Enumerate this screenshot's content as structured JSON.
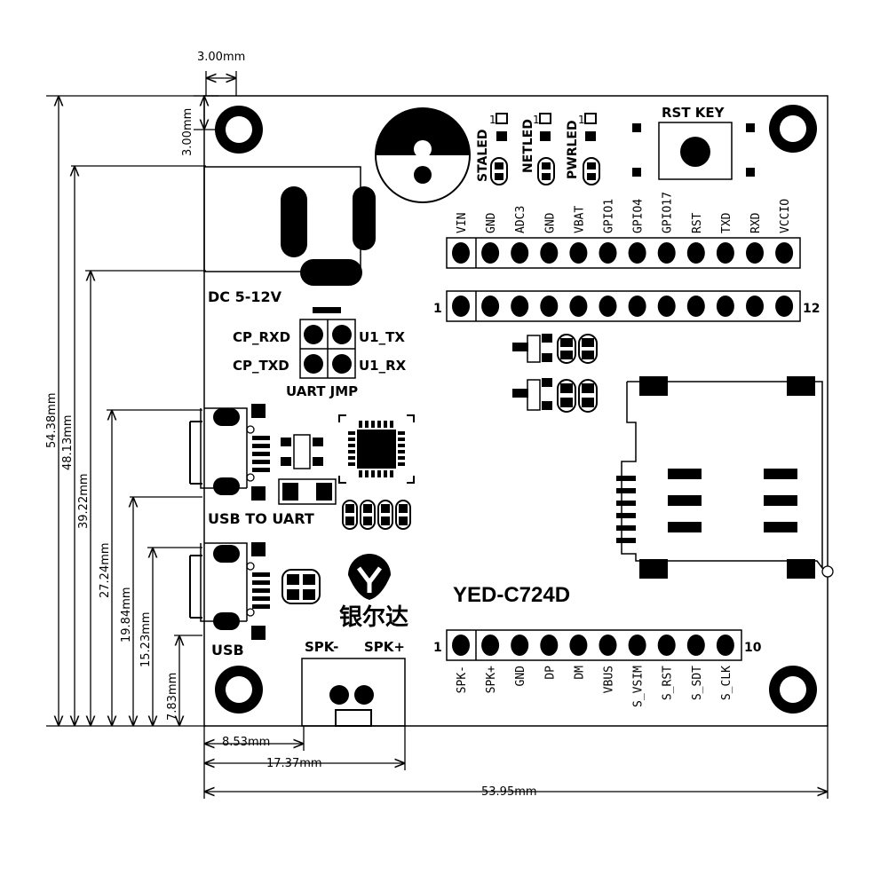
{
  "colors": {
    "ink": "#000000",
    "paper": "#ffffff"
  },
  "dimensions": {
    "top_hole_width": "3.00mm",
    "top_hole_height": "3.00mm",
    "height_total": "54.38mm",
    "height_dc": "48.13mm",
    "height_dc_lower": "39.22mm",
    "height_usb_uart": "27.24mm",
    "height_usb_uart_lower": "19.84mm",
    "height_usb": "15.23mm",
    "height_usb_lower": "7.83mm",
    "width_spk_minus": "8.53mm",
    "width_spk_plus": "17.37mm",
    "width_total": "53.95mm"
  },
  "labels": {
    "dc": "DC 5-12V",
    "cp_rxd": "CP_RXD",
    "cp_txd": "CP_TXD",
    "u1_tx": "U1_TX",
    "u1_rx": "U1_RX",
    "uart_jmp": "UART JMP",
    "usb_to_uart": "USB TO UART",
    "usb": "USB",
    "spk_minus": "SPK-",
    "spk_plus": "SPK+",
    "rst_key": "RST KEY",
    "sta_led": "STALED",
    "net_led": "NETLED",
    "pwr_led": "PWRLED",
    "led_one_a": "1",
    "led_one_b": "1",
    "led_one_c": "1",
    "model": "YED-C724D",
    "brand": "银尔达"
  },
  "top_header": {
    "pin_start": "1",
    "pin_end": "12",
    "pins": [
      "VIN",
      "GND",
      "ADC3",
      "GND",
      "VBAT",
      "GPIO1",
      "GPIO4",
      "GPIO17",
      "RST",
      "TXD",
      "RXD",
      "VCCIO"
    ]
  },
  "bottom_header": {
    "pin_start": "1",
    "pin_end": "10",
    "pins": [
      "SPK-",
      "SPK+",
      "GND",
      "DP",
      "DM",
      "VBUS",
      "S_VSIM",
      "S_RST",
      "S_SDT",
      "S_CLK"
    ]
  }
}
